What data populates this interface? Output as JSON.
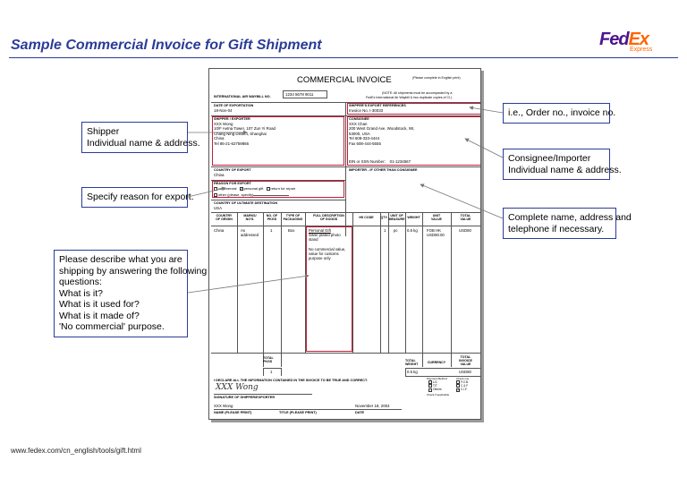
{
  "header": {
    "title": "Sample Commercial Invoice for Gift Shipment",
    "logo_fed": "Fed",
    "logo_ex": "Ex",
    "logo_sub": "Express"
  },
  "footer": {
    "url": "www.fedex.com/cn_english/tools/gift.html"
  },
  "callouts": {
    "shipper": "Shipper\nIndividual name & address.",
    "reason": "Specify reason for export.",
    "describe": "Please describe what you are\nshipping by answering the following\nquestions:\nWhat is it?\nWhat is it used for?\nWhat is it made of?\n'No commercial' purpose.",
    "order": "i.e., Order no., invoice no.",
    "consignee": "Consignee/Importer\nIndividual name & address.",
    "importer": "Complete name, address and\ntelephone if necessary."
  },
  "invoice": {
    "title": "COMMERCIAL INVOICE",
    "note": "(Please complete in English print)",
    "awb_label": "INTERNATIONAL AIR WAYBILL NO.",
    "awb_value": "1234 5678 9011",
    "awb_note": "(NOTE: All shipments must be accompanied by a\nFedEx International Air Waybill & two duplicate copies of CI.)",
    "date_label": "DATE OF EXPORTATION",
    "date_value": "18-Nov-04",
    "ref_label": "SHIPPER'S EXPORT REFERENCES",
    "ref_value": "Invoice No. I-30033",
    "shipper_label": "SHIPPER / EXPORTER",
    "shipper_value": "XXX Wong\n10/F Aetna Tower, 107 Zun Yi Road\nChang Ning District, Shanghai\nChina\nTel 86-21-62759866",
    "consignee_label": "CONSIGNEE",
    "consignee_value": "XXX Chan\n200 West Grand Ave, Woodstock, WI,\n53000, USA\nTel 608-333-4444\nFax 608-444-5555",
    "ein": "EIN or SSN Number:    01-1234567",
    "country_export_label": "COUNTRY OF EXPORT",
    "country_export_value": "China",
    "importer_label": "IMPORTER - IF OTHER THAN CONSIGNEE",
    "reason_label": "REASON FOR EXPORT",
    "reason_commercial": "commercial",
    "reason_personal": "personal gift",
    "reason_repair": "return for repair",
    "reason_other": "other (please, specify)",
    "dest_label": "COUNTRY OF ULTIMATE DESTINATION",
    "dest_value": "USA",
    "columns": [
      "COUNTRY\nOF ORIGIN",
      "MARKS/\nNO'S.",
      "NO. OF\nPKGS",
      "TYPE OF\nPACKAGING",
      "FULL DESCRIPTION\nOF GOODS",
      "HS CODE",
      "QTY.",
      "UNIT OF\nMEASURE",
      "WEIGHT",
      "UNIT\nVALUE",
      "TOTAL\nVALUE"
    ],
    "row": {
      "origin": "China",
      "marks": "As\naddressed",
      "pkgs": "1",
      "packaging": "Box",
      "description_title": "Personal Gift",
      "description": "Silver plated photo\nstand\n\nNo commercial value,\nvalue for customs\npurpose only",
      "qty": "1",
      "unit": "pc",
      "weight": "0.5 kg",
      "unit_value": "FOB HK\nUSD80.00",
      "total_value": "USD80"
    },
    "total_pkgs_label": "TOTAL\nPKGS",
    "total_weight_label": "TOTAL\nWEIGHT",
    "currency_label": "CURRENCY",
    "total_invoice_label": "TOTAL\nINVOICE\nVALUE",
    "total_pkgs": "1",
    "total_weight": "0.5 kg",
    "total_invoice": "USD80",
    "payment_label": "Payment Method",
    "check_label": "Check one",
    "pay_opts": [
      "L/C",
      "T/T",
      "Others"
    ],
    "check_opts": [
      "F.O.B.",
      "C & F",
      "C.I.F."
    ],
    "check_if": "Check if applicable",
    "declare": "I DECLARE ALL THE INFORMATION CONTAINED IN THE INVOICE TO BE TRUE AND CORRECT.",
    "signature": "XXX Wong",
    "sig_label": "SIGNATURE OF SHIPPER/EXPORTER",
    "name_value": "XXX Wong",
    "name_label": "NAME (PLEASE PRINT)",
    "title_label": "TITLE (PLEASE PRINT)",
    "date_sign_value": "November 18, 2004",
    "date_sign_label": "DATE"
  },
  "colors": {
    "title_blue": "#2b3c97",
    "highlight_red": "#c41e3a",
    "fedex_purple": "#4d148c",
    "fedex_orange": "#ff6600"
  }
}
